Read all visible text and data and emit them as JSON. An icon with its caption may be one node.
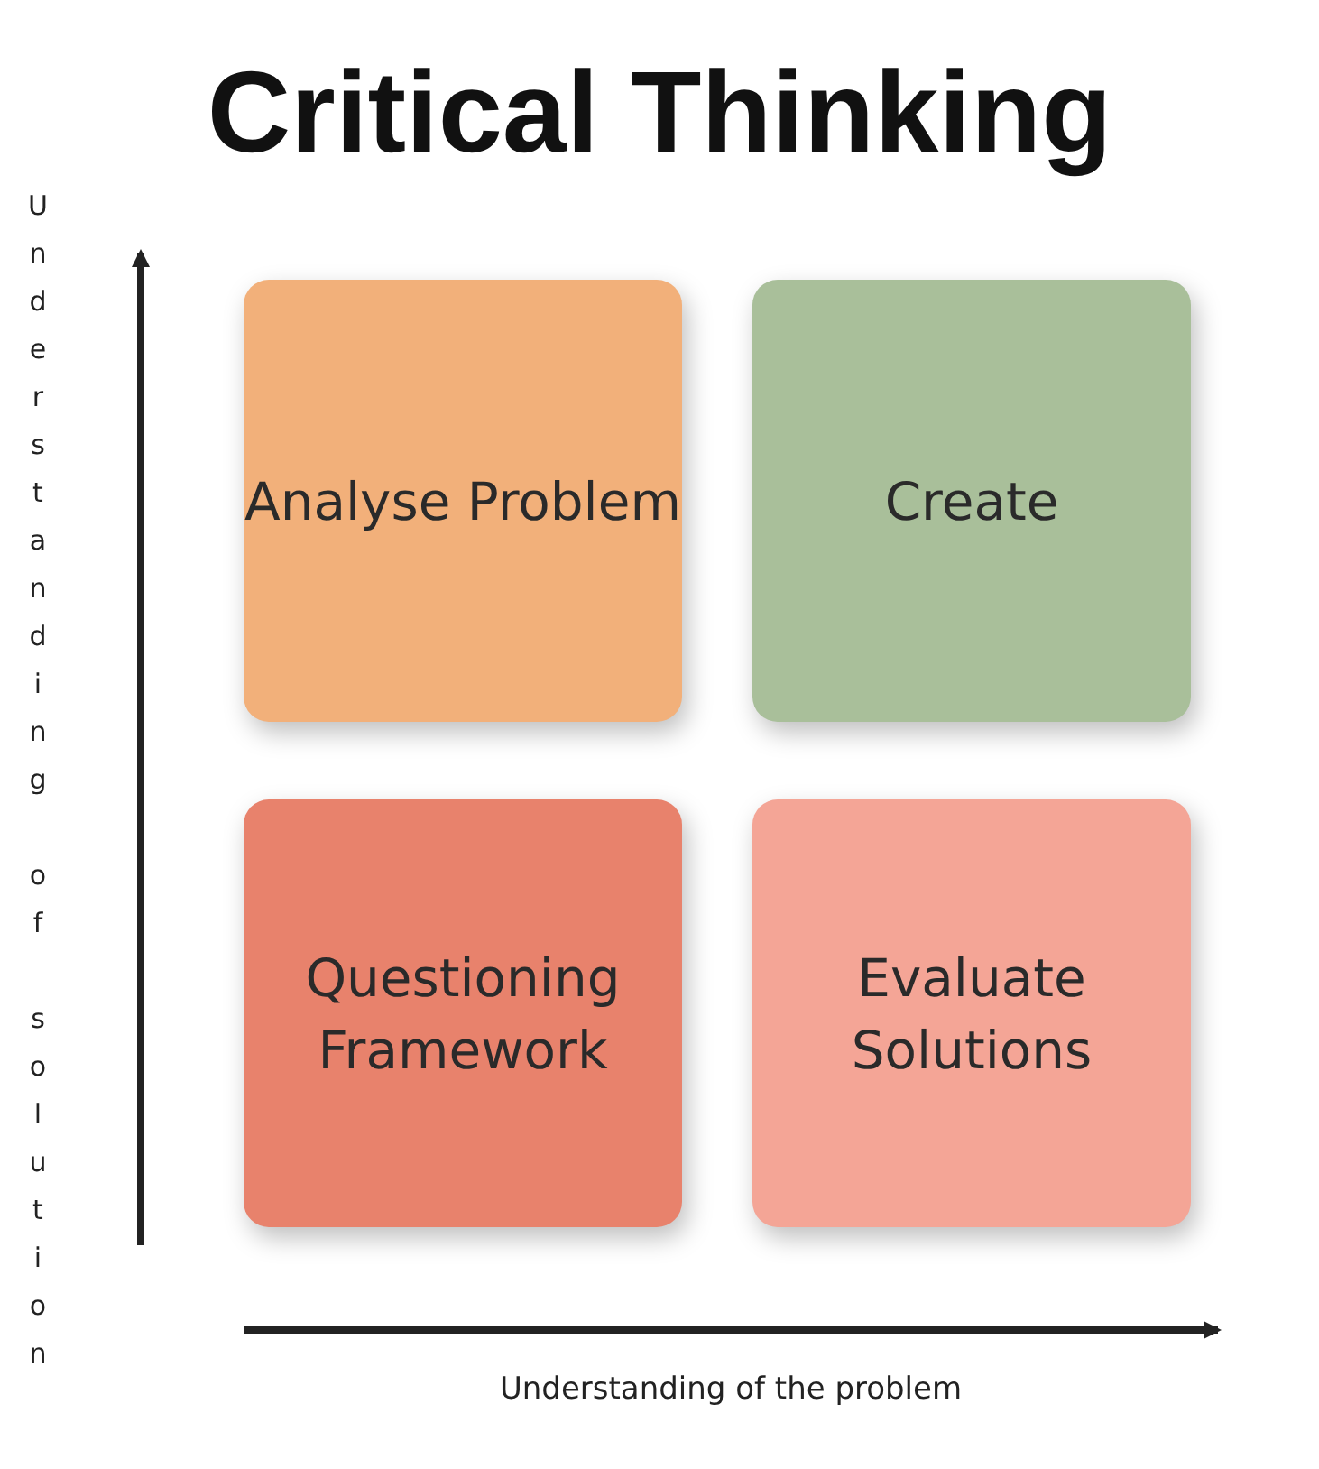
{
  "diagram": {
    "title": "Critical Thinking",
    "nodes": [
      {
        "text": [
          "Analyse Problem"
        ]
      },
      {
        "text": [
          "Create"
        ]
      },
      {
        "text": [
          "Questioning Framework"
        ]
      },
      {
        "text": [
          "Evaluate Solutions"
        ]
      }
    ],
    "labels": [
      "Understanding of solution",
      "Understanding of the problem"
    ]
  }
}
